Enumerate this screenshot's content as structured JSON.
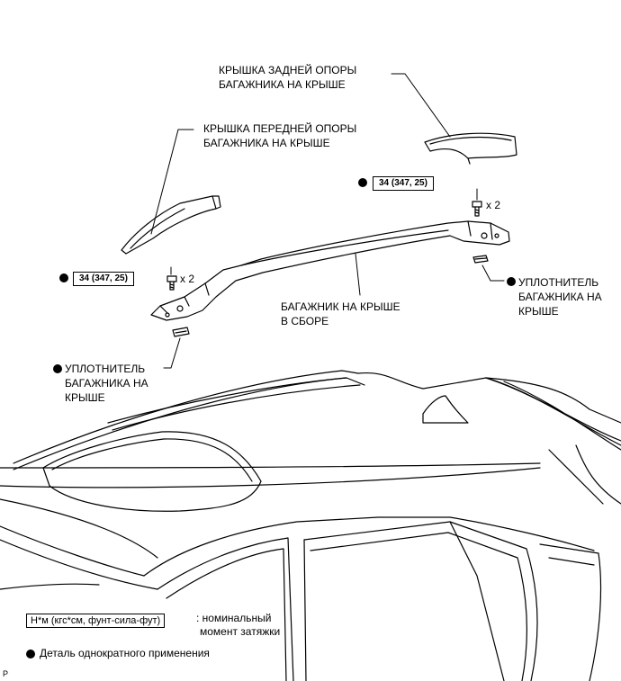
{
  "labels": {
    "rear_cover": [
      "КРЫШКА ЗАДНЕЙ ОПОРЫ",
      "БАГАЖНИКА НА КРЫШЕ"
    ],
    "front_cover": [
      "КРЫШКА ПЕРЕДНЕЙ ОПОРЫ",
      "БАГАЖНИКА НА КРЫШЕ"
    ],
    "rack_assembly": [
      "БАГАЖНИК НА КРЫШЕ",
      "В СБОРЕ"
    ],
    "seal_right": [
      "УПЛОТНИТЕЛЬ",
      "БАГАЖНИКА НА",
      "КРЫШЕ"
    ],
    "seal_left": [
      "УПЛОТНИТЕЛЬ",
      "БАГАЖНИКА НА",
      "КРЫШЕ"
    ]
  },
  "torque": {
    "right": "34 (347, 25)",
    "left": "34 (347, 25)"
  },
  "quantity": {
    "right": "x 2",
    "left": "x 2"
  },
  "legend": {
    "torque_unit": "Н*м (кгс*см, фунт-сила-фут)",
    "torque_desc": [
      ": номинальный",
      "момент затяжки"
    ],
    "single_use": "Деталь однократного применения"
  },
  "corner_code": "P"
}
